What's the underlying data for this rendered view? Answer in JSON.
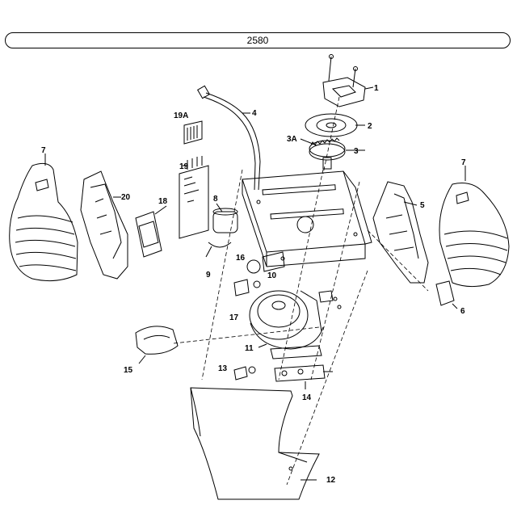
{
  "diagram": {
    "model_number": "2580",
    "callouts": {
      "c1": "1",
      "c2": "2",
      "c3": "3",
      "c3a": "3A",
      "c4": "4",
      "c5": "5",
      "c6": "6",
      "c7_left": "7",
      "c7_right": "7",
      "c8": "8",
      "c9": "9",
      "c10": "10",
      "c11": "11",
      "c12": "12",
      "c13": "13",
      "c14": "14",
      "c15": "15",
      "c16": "16",
      "c17": "17",
      "c18": "18",
      "c19": "19",
      "c19a": "19A",
      "c20": "20"
    }
  }
}
